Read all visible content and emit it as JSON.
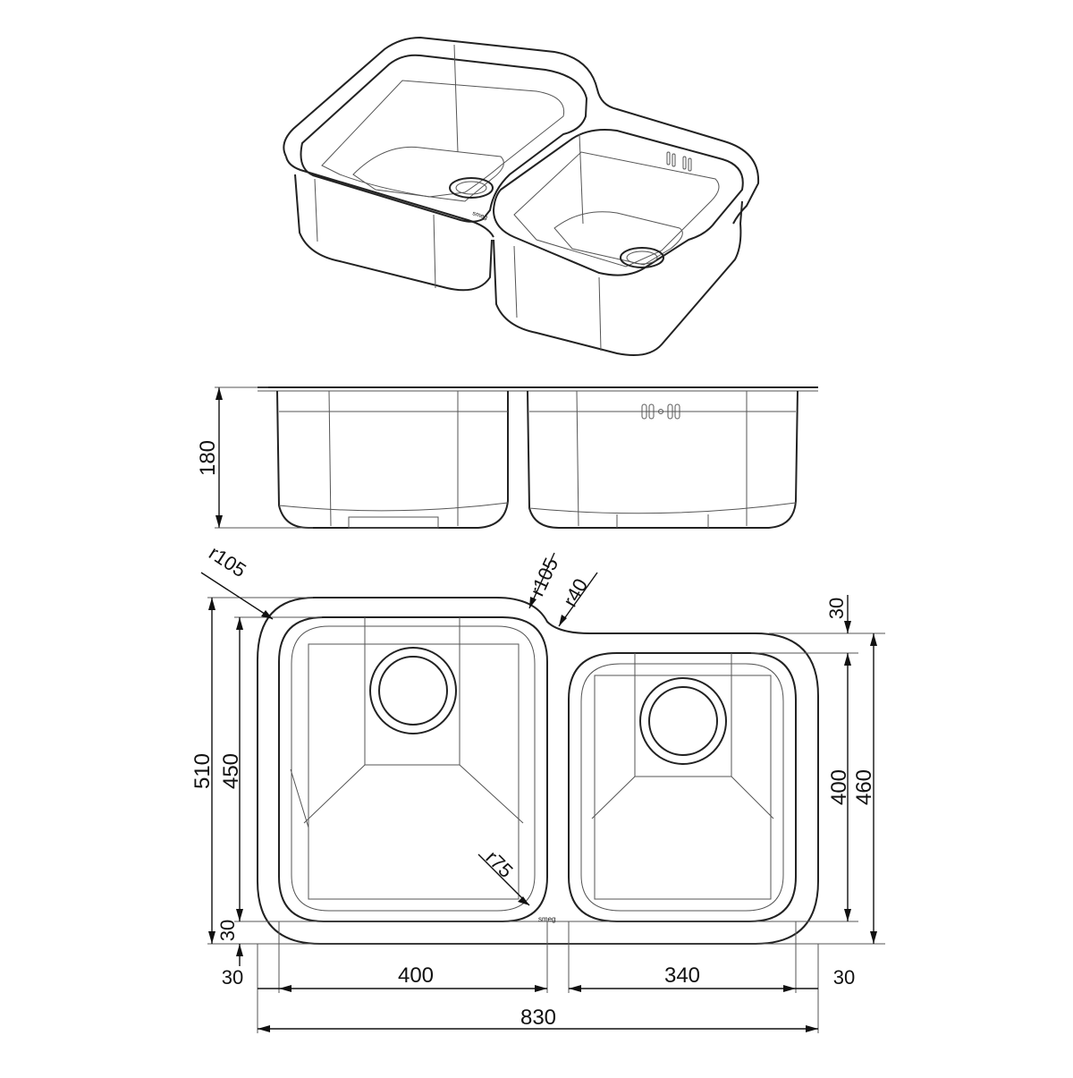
{
  "dimensions": {
    "depth": "180",
    "total_length": "830",
    "total_depth": "510",
    "left_bowl_width": "400",
    "left_bowl_depth": "450",
    "right_bowl_width": "340",
    "right_bowl_depth": "400",
    "right_total_depth": "460",
    "rim_left": "30",
    "rim_right": "30",
    "rim_top_right": "30",
    "rim_bottom": "30",
    "radius_outer_left": "r105",
    "radius_mid": "r105",
    "radius_notch": "r40",
    "radius_bowl": "r75"
  },
  "brand": "smeg",
  "colors": {
    "line": "#222222",
    "thin": "#555555",
    "background": "#ffffff"
  }
}
